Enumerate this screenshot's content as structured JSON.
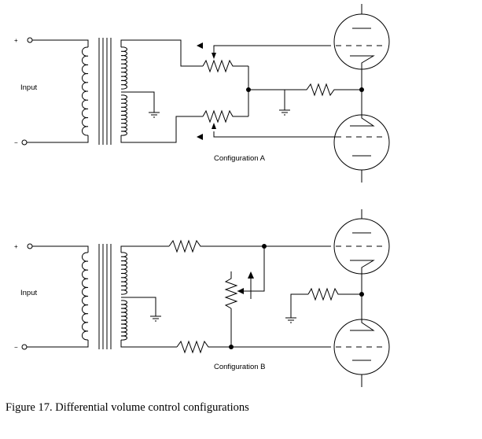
{
  "figure": {
    "caption": "Figure 17. Differential volume control configurations"
  },
  "config_a": {
    "title": "Configuration A",
    "input_label": "Input",
    "plus_label": "+",
    "minus_label": "−"
  },
  "config_b": {
    "title": "Configuration B",
    "input_label": "Input",
    "plus_label": "+",
    "minus_label": "−"
  }
}
